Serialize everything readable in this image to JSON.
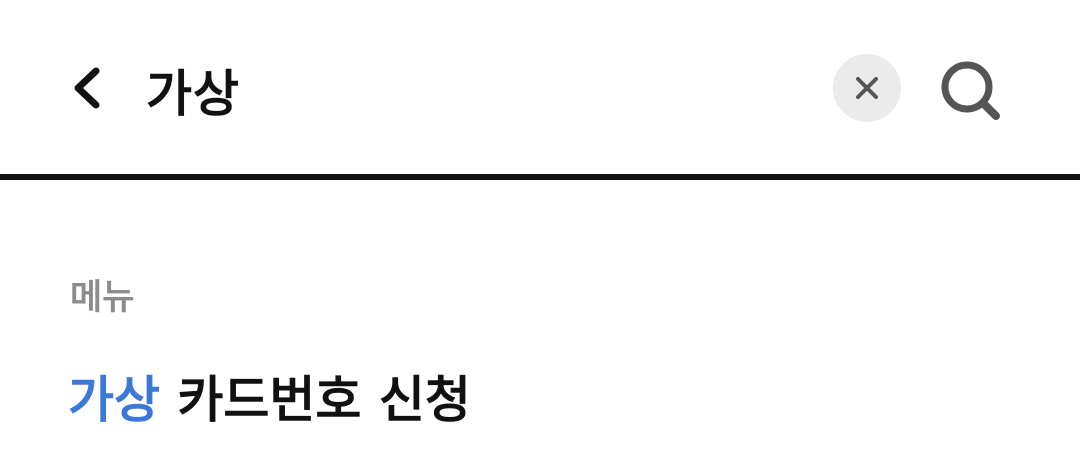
{
  "search": {
    "query": "가상"
  },
  "results": {
    "section_label": "메뉴",
    "items": [
      {
        "highlight": "가상",
        "rest": " 카드번호 신청"
      }
    ]
  },
  "colors": {
    "highlight": "#3b78d8",
    "text": "#111111",
    "section_label": "#8c8c8c",
    "clear_button_bg": "#ebebeb",
    "icon": "#555555"
  },
  "icons": {
    "back": "chevron-left-icon",
    "clear": "close-icon",
    "search": "search-icon"
  }
}
